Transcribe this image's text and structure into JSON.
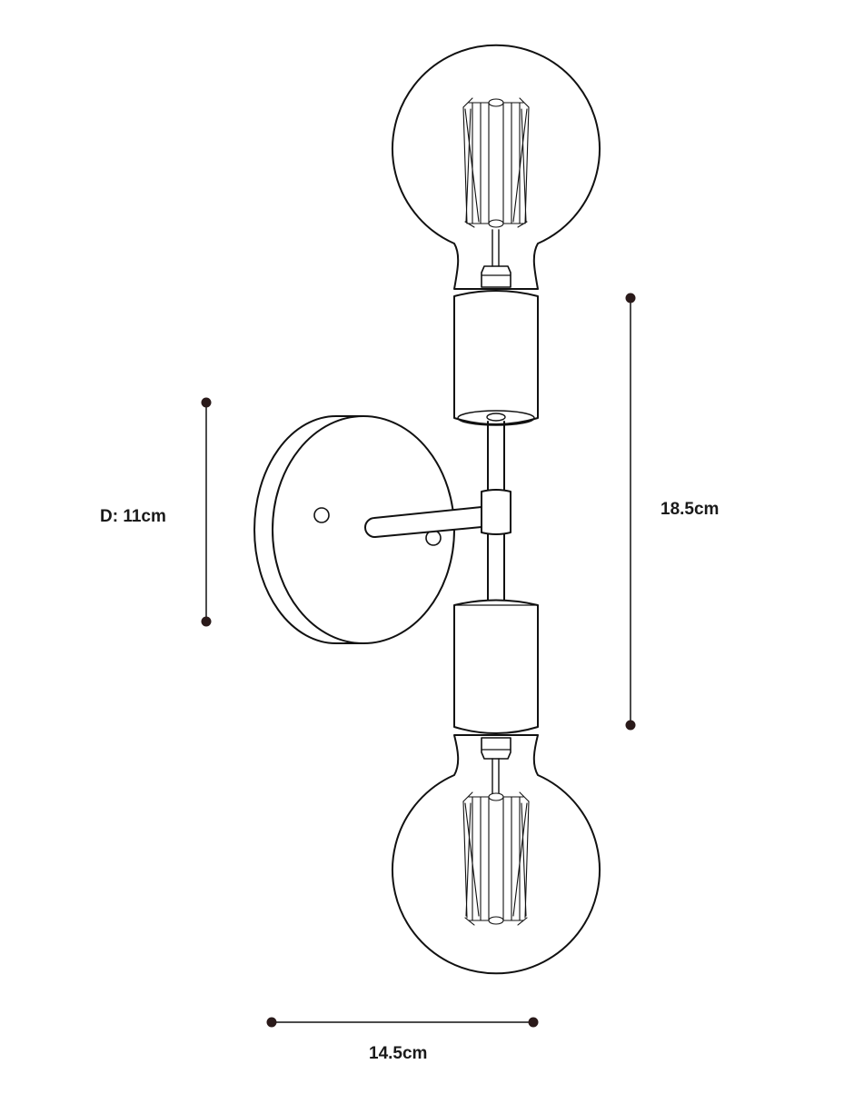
{
  "dimensions": {
    "depth": "D: 11cm",
    "height": "18.5cm",
    "width": "14.5cm"
  },
  "colors": {
    "line": "#111111",
    "dot": "#2a1a1a",
    "background": "#ffffff"
  }
}
